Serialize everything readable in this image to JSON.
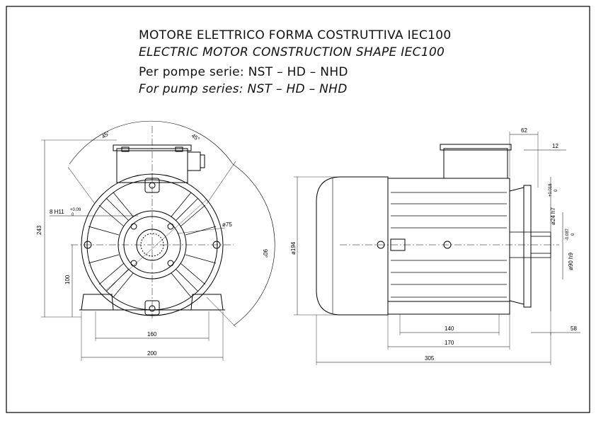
{
  "title": {
    "line1": "MOTORE ELETTRICO FORMA COSTRUTTIVA IEC100",
    "line2": "ELECTRIC MOTOR CONSTRUCTION SHAPE IEC100",
    "line3": "Per pompe serie: NST – HD – NHD",
    "line4": "For pump series: NST – HD – NHD"
  },
  "front_view": {
    "angle_left": "45°",
    "angle_right": "45°",
    "angle_arc": "90°",
    "key_width": "8 H11",
    "key_tol_upper": "+0.09",
    "key_tol_lower": "0",
    "bolt_circle": "ø75",
    "height_total": "243",
    "shaft_height": "100",
    "foot_holes": "160",
    "foot_width": "200"
  },
  "side_view": {
    "top_offset": "62",
    "flange_thk": "12",
    "shaft_dia": "ø24 h7",
    "shaft_tol_upper": "+0.018",
    "shaft_tol_lower": "0",
    "spigot_dia": "ø90 h9",
    "spigot_tol_upper": "-0.087",
    "spigot_tol_lower": "0",
    "body_dia": "ø194",
    "foot_holes": "140",
    "foot_length": "170",
    "shaft_length": "58",
    "total_length": "305"
  }
}
